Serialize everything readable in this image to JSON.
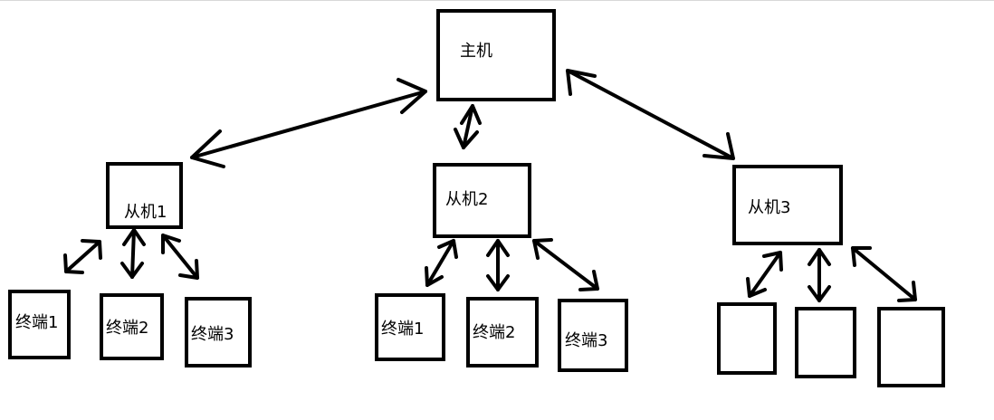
{
  "diagram": {
    "host": {
      "label": "主机"
    },
    "slaves": [
      {
        "label": "从机1",
        "terminals": [
          "终端1",
          "终端2",
          "终端3"
        ]
      },
      {
        "label": "从机2",
        "terminals": [
          "终端1",
          "终端2",
          "终端3"
        ]
      },
      {
        "label": "从机3",
        "terminals": [
          "",
          "",
          ""
        ]
      }
    ]
  }
}
